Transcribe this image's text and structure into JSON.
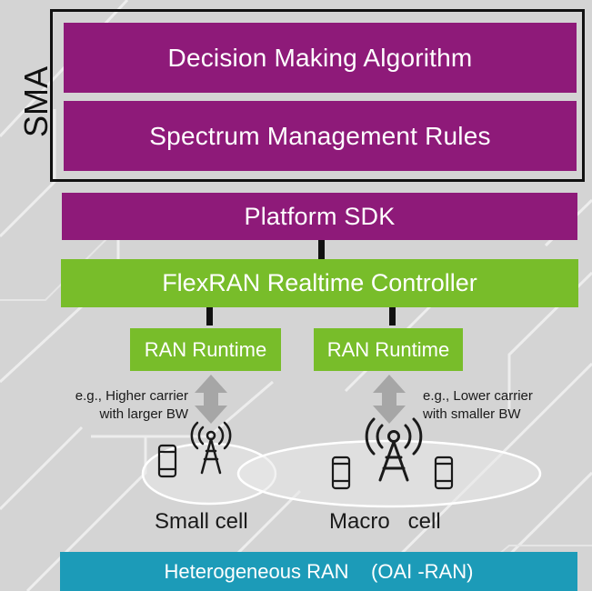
{
  "sma": {
    "label": "SMA",
    "decision_box": "Decision Making Algorithm",
    "rules_box": "Spectrum Management Rules"
  },
  "platform_sdk": "Platform SDK",
  "controller": "FlexRAN Realtime Controller",
  "runtimes": {
    "left": "RAN Runtime",
    "right": "RAN Runtime"
  },
  "notes": {
    "left_line1": "e.g., Higher carrier",
    "left_line2": "with larger BW",
    "right_line1": "e.g., Lower carrier",
    "right_line2": "with smaller BW"
  },
  "cells": {
    "small": "Small cell",
    "macro": "Macro   cell"
  },
  "footer": "Heterogeneous RAN    (OAI -RAN)",
  "colors": {
    "purple": "#8e1a79",
    "green": "#78bd2a",
    "teal": "#1c9bb8",
    "arrow": "#a6a6a6",
    "background": "#d4d4d4"
  },
  "icons": [
    "antenna-tower-icon",
    "mobile-phone-icon",
    "double-arrow-icon"
  ]
}
